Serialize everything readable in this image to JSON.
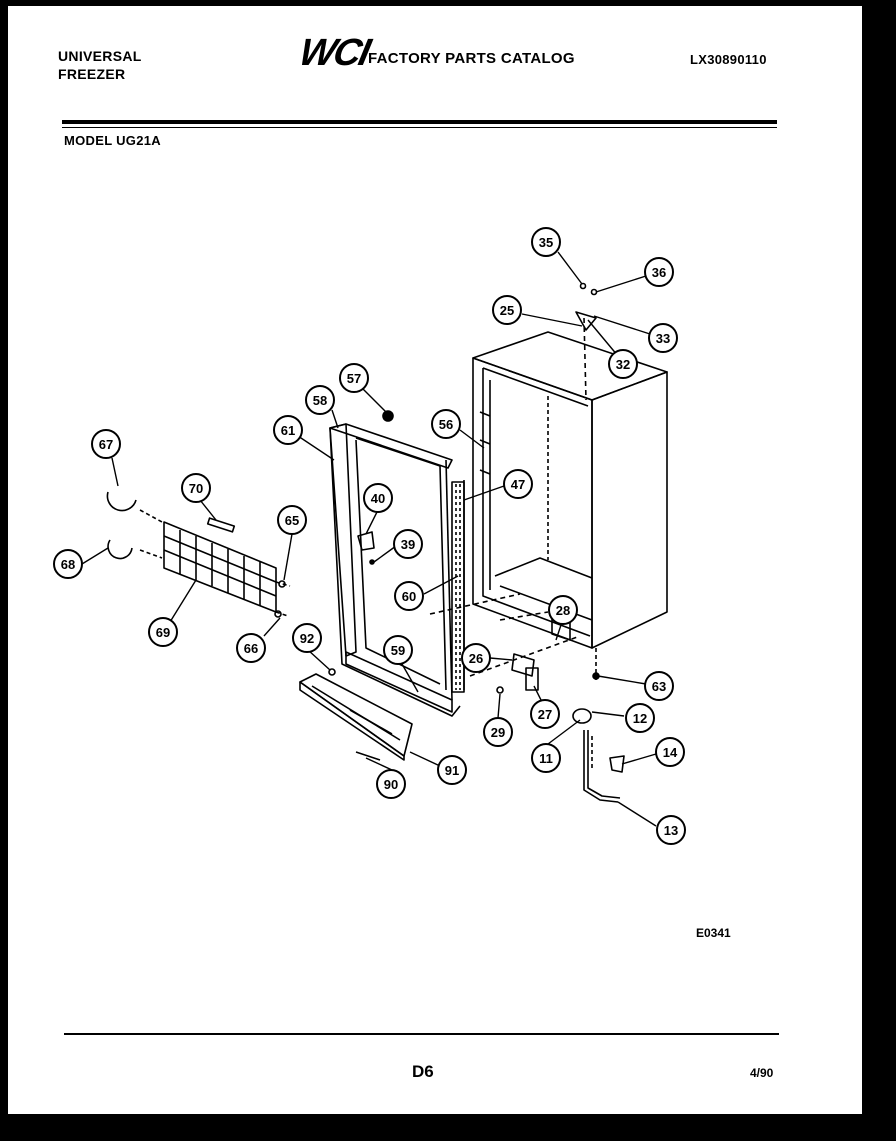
{
  "header": {
    "brand_line1": "UNIVERSAL",
    "brand_line2": "FREEZER",
    "logo": "WCI",
    "catalog_title": "FACTORY PARTS CATALOG",
    "catalog_number": "LX30890110",
    "model": "MODEL UG21A"
  },
  "footer": {
    "diagram_code": "E0341",
    "page": "D6",
    "date": "4/90"
  },
  "callouts": [
    {
      "id": "c35",
      "label": "35"
    },
    {
      "id": "c36",
      "label": "36"
    },
    {
      "id": "c25",
      "label": "25"
    },
    {
      "id": "c33",
      "label": "33"
    },
    {
      "id": "c32",
      "label": "32"
    },
    {
      "id": "c57",
      "label": "57"
    },
    {
      "id": "c58",
      "label": "58"
    },
    {
      "id": "c56",
      "label": "56"
    },
    {
      "id": "c61",
      "label": "61"
    },
    {
      "id": "c67",
      "label": "67"
    },
    {
      "id": "c70",
      "label": "70"
    },
    {
      "id": "c47",
      "label": "47"
    },
    {
      "id": "c40",
      "label": "40"
    },
    {
      "id": "c65",
      "label": "65"
    },
    {
      "id": "c39",
      "label": "39"
    },
    {
      "id": "c68",
      "label": "68"
    },
    {
      "id": "c60",
      "label": "60"
    },
    {
      "id": "c28",
      "label": "28"
    },
    {
      "id": "c69",
      "label": "69"
    },
    {
      "id": "c66",
      "label": "66"
    },
    {
      "id": "c92",
      "label": "92"
    },
    {
      "id": "c59",
      "label": "59"
    },
    {
      "id": "c26",
      "label": "26"
    },
    {
      "id": "c63",
      "label": "63"
    },
    {
      "id": "c12",
      "label": "12"
    },
    {
      "id": "c27",
      "label": "27"
    },
    {
      "id": "c29",
      "label": "29"
    },
    {
      "id": "c11",
      "label": "11"
    },
    {
      "id": "c14",
      "label": "14"
    },
    {
      "id": "c91",
      "label": "91"
    },
    {
      "id": "c90",
      "label": "90"
    },
    {
      "id": "c13",
      "label": "13"
    }
  ]
}
